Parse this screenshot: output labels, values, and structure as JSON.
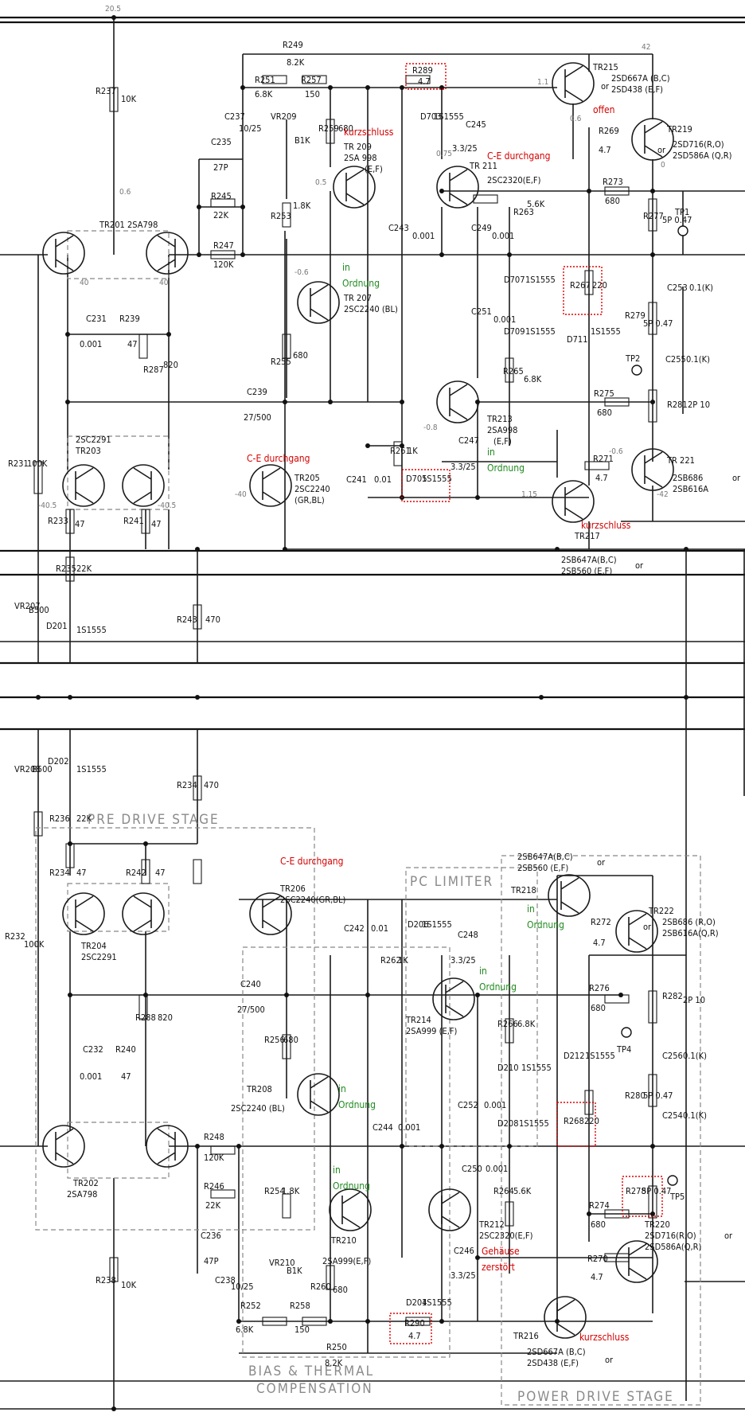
{
  "voltages": {
    "v_rail_top": "20.5",
    "v_42": "42",
    "v_11": "1.1",
    "v_06a": "0.6",
    "v_06b": "0.6",
    "v_0": "0",
    "v_05": "0.5",
    "v_075": "0.75",
    "v_40a": "40",
    "v_40b": "40",
    "v_m06": "-0.6",
    "v_m08": "-0.8",
    "v_m40": "-40",
    "v_m405a": "-40.5",
    "v_m405b": "-40.5",
    "v_m42": "-42",
    "v_m06b": "-0.6",
    "v_115": "1.15"
  },
  "stages": {
    "pre_drive": "PRE DRIVE STAGE",
    "pc_limiter": "PC LIMITER",
    "bias_thermal_1": "BIAS & THERMAL",
    "bias_thermal_2": "COMPENSATION",
    "power_drive": "POWER DRIVE STAGE"
  },
  "top_channel": {
    "tr201": "TR201 2SA798",
    "tr203": "TR203",
    "tr203_type": "2SC2291",
    "tr205": "TR205",
    "tr205_type1": "2SC2240",
    "tr205_type2": "(GR,BL)",
    "tr207": "TR 207",
    "tr207_type": "2SC2240 (BL)",
    "tr209": "TR 209",
    "tr209_type1": "2SA 998",
    "tr209_type2": "(E,F)",
    "tr211": "TR 211",
    "tr211_type": "2SC2320(E,F)",
    "tr213": "TR213",
    "tr213_type1": "2SA998",
    "tr213_type2": "(E,F)",
    "tr215": "TR215",
    "tr215_type1": "2SD667A (B,C)",
    "tr215_type2": "2SD438 (E,F)",
    "tr215_or": "or",
    "tr217": "TR217",
    "tr217_type1": "2SB647A(B,C)",
    "tr217_type2": "2SB560  (E,F)",
    "tr217_or": "or",
    "tr219": "TR219",
    "tr219_type1": "2SD716(R,O)",
    "tr219_type2": "2SD586A (Q,R)",
    "tr219_or": "or",
    "tr221": "TR 221",
    "tr221_type1": "2SB686",
    "tr221_type2": "2SB616A",
    "tr221_or": "or",
    "r249": "R249",
    "r249_v": "8.2K",
    "r251": "R251",
    "r251_v": "6.8K",
    "r257": "R257",
    "r257_v": "150",
    "r289": "R289",
    "r289_v": "4.7",
    "c237": "C237",
    "c237_v": "10/25",
    "vr209": "VR209",
    "vr209_v": "B1K",
    "r259": "R259",
    "r259_v": "680",
    "d703": "D703",
    "d703_v": "1S1555",
    "c245": "C245",
    "c245_v": "3.3/25",
    "r269": "R269",
    "r269_v": "4.7",
    "c235": "C235",
    "c235_v": "27P",
    "r245": "R245",
    "r245_v": "22K",
    "r253": "R253",
    "r253_v": "1.8K",
    "c243": "C243",
    "c243_v": "0.001",
    "c249": "C249",
    "c249_v": "0.001",
    "r263": "R263",
    "r263_v": "5.6K",
    "r273": "R273",
    "r273_v": "680",
    "r277": "R277",
    "r277_v": "5P 0.47",
    "tp1": "TP1",
    "r237": "R237",
    "r237_v": "10K",
    "r247": "R247",
    "r247_v": "120K",
    "d707": "D707",
    "d707_v": "1S1555",
    "c251": "C251",
    "c251_v": "0.001",
    "d709": "D709",
    "d709_v": "1S1555",
    "r267": "R267",
    "r267_v": "220",
    "c253": "C253",
    "c253_v": "0.1(K)",
    "d711": "D711",
    "d711_v": "1S1555",
    "r279": "R279",
    "r279_v": "5P 0.47",
    "c231": "C231",
    "c231_v": "0.001",
    "r239": "R239",
    "r239_v": "47",
    "r287": "R287",
    "r287_v": "820",
    "r255": "R255",
    "r255_v": "680",
    "r265": "R265",
    "r265_v": "6.8K",
    "tp2": "TP2",
    "c255": "C255",
    "c255_v": "0.1(K)",
    "c239": "C239",
    "c239_v": "27/500",
    "r275": "R275",
    "r275_v": "680",
    "r281": "R281",
    "r281_v": "2P 10",
    "c247": "C247",
    "c247_v": "3.3/25",
    "r261": "R261",
    "r261_v": "1K",
    "r231": "R231",
    "r231_v": "100K",
    "c241": "C241",
    "c241_v": "0.01",
    "d705": "D705",
    "d705_v": "1S1555",
    "r271": "R271",
    "r271_v": "4.7",
    "r233": "R233",
    "r233_v": "47",
    "r241": "R241",
    "r241_v": "47",
    "r235": "R235",
    "r235_v": "22K",
    "vr207": "VR207",
    "vr207_v": "B500",
    "d201": "D201",
    "d201_v": "1S1555",
    "r243": "R243",
    "r243_v": "470"
  },
  "bottom_channel": {
    "vr208": "VR208",
    "vr208_v": "B500",
    "d202": "D202",
    "d202_v": "1S1555",
    "r234top": "R234",
    "r234top_v": "470",
    "r236": "R236",
    "r236_v": "22K",
    "r234": "R234",
    "r234_v": "47",
    "r242": "R242",
    "r242_v": "47",
    "tr204": "TR204",
    "tr204_type": "2SC2291",
    "r232": "R232",
    "r232_v": "100K",
    "tr206": "TR206",
    "tr206_type": "2SC2240(GR,BL)",
    "c242": "C242",
    "c242_v": "0.01",
    "r262": "R262",
    "r262_v": "1K",
    "d206": "D206",
    "d206_v": "1S1555",
    "c248": "C248",
    "c248_v": "3.3/25",
    "tr218": "TR218",
    "tr218_type1": "2SB647A(B,C)",
    "tr218_type2": "2SB560 (E,F)",
    "tr218_or": "or",
    "tr222": "TR222",
    "tr222_type1": "2SB686 (R,O)",
    "tr222_type2": "2SB616A(Q,R)",
    "tr222_or": "or",
    "r272": "R272",
    "r272_v": "4.7",
    "c240": "C240",
    "c240_v": "27/500",
    "tr214": "TR214",
    "tr214_type": "2SA999 (E,F)",
    "r276": "R276",
    "r276_v": "680",
    "r282": "R282",
    "r282_v": "2P 10",
    "r266": "R266",
    "r266_v": "6.8K",
    "tp4": "TP4",
    "c232": "C232",
    "c232_v": "0.001",
    "r240": "R240",
    "r240_v": "47",
    "r288": "R288",
    "r288_v": "820",
    "r256": "R256",
    "r256_v": "680",
    "d210": "D210",
    "d210_v": "1S1555",
    "d212": "D212",
    "d212_v": "1S1555",
    "c256": "C256",
    "c256_v": "0.1(K)",
    "tr208": "TR208",
    "tr208_type": "2SC2240 (BL)",
    "c252": "C252",
    "c252_v": "0.001",
    "r280": "R280",
    "r280_v": "5P 0.47",
    "r268": "R268",
    "r268_v": "220",
    "c254": "C254",
    "c254_v": "0.1(K)",
    "d208": "D208",
    "d208_v": "1S1555",
    "c244": "C244",
    "c244_v": "0.001",
    "tr202": "TR202",
    "tr202_type": "2SA798",
    "r248": "R248",
    "r248_v": "120K",
    "tp5": "TP5",
    "r246": "R246",
    "r246_v": "22K",
    "r254": "R254",
    "r254_v": "1.8K",
    "c250": "C250",
    "c250_v": "0.001",
    "r264": "R264",
    "r264_v": "5.6K",
    "r274": "R274",
    "r274_v": "680",
    "r278": "R278",
    "r278_v": "5P 0.47",
    "c236": "C236",
    "c236_v": "47P",
    "tr210": "TR210",
    "tr210_type": "2SA999(E,F)",
    "tr212": "TR212",
    "tr212_type": "2SC2320(E,F)",
    "tr220": "TR220",
    "tr220_type1": "2SD716(R,O)",
    "tr220_type2": "2SD586A(Q,R)",
    "tr220_or": "or",
    "vr210": "VR210",
    "vr210_v": "B1K",
    "r260": "R260",
    "r260_v": "680",
    "c246": "C246",
    "c246_v": "3.3/25",
    "r270": "R270",
    "r270_v": "4.7",
    "r238": "R238",
    "r238_v": "10K",
    "c238": "C238",
    "c238_v": "10/25",
    "r252": "R252",
    "r252_v": "6.8K",
    "r258": "R258",
    "r258_v": "150",
    "d204": "D204",
    "d204_v": "1S1555",
    "r290": "R290",
    "r290_v": "4.7",
    "tr216": "TR216",
    "tr216_type1": "2SD667A (B,C)",
    "tr216_type2": "2SD438 (E,F)",
    "tr216_or": "or",
    "r250": "R250",
    "r250_v": "8.2K"
  },
  "annotations": {
    "kurzschluss": "kurzschluss",
    "offen": "offen",
    "ce_durchgang": "C-E durchgang",
    "in": "in",
    "ordnung": "Ordnung",
    "gehaeuse": "Gehäuse",
    "zerstoert": "zerstört"
  },
  "colors": {
    "annotation_red": "#d40000",
    "annotation_green": "#1f8a1f",
    "wire": "#1a1a1a",
    "stage_grey": "#8a8a8a"
  }
}
